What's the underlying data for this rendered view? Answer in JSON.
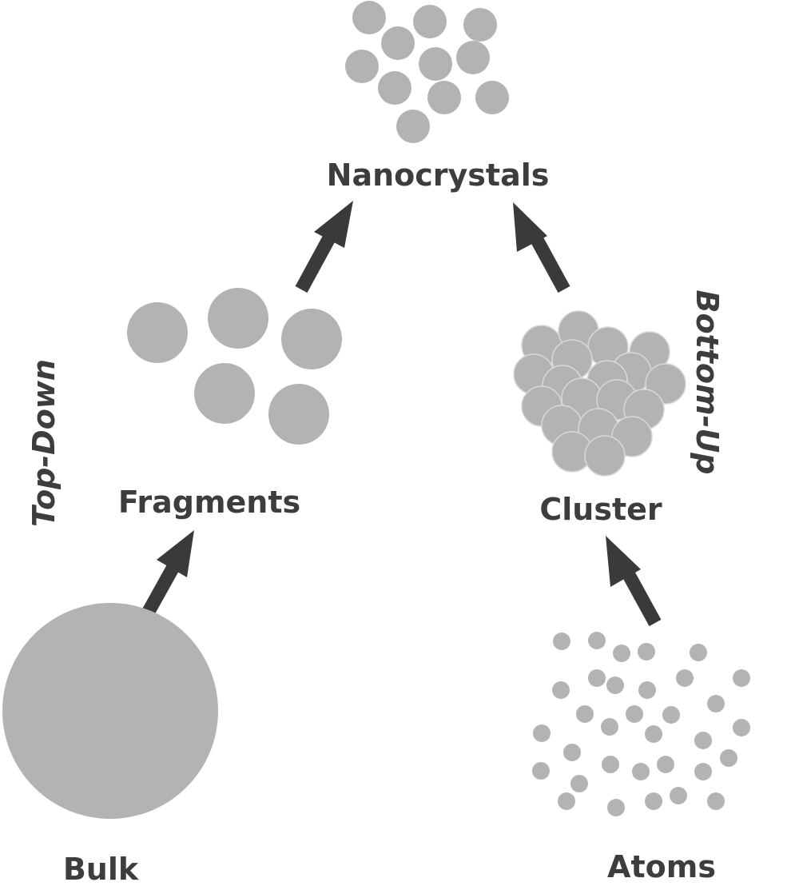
{
  "labels": {
    "nanocrystals": "Nanocrystals",
    "fragments": "Fragments",
    "cluster": "Cluster",
    "bulk": "Bulk",
    "atoms": "Atoms",
    "top_down": "Top-Down",
    "bottom_up": "Bottom-Up"
  },
  "colors": {
    "particle": "#b3b3b6",
    "arrow": "#3a3a3a",
    "text": "#3d3d3d",
    "background": "#ffffff"
  }
}
